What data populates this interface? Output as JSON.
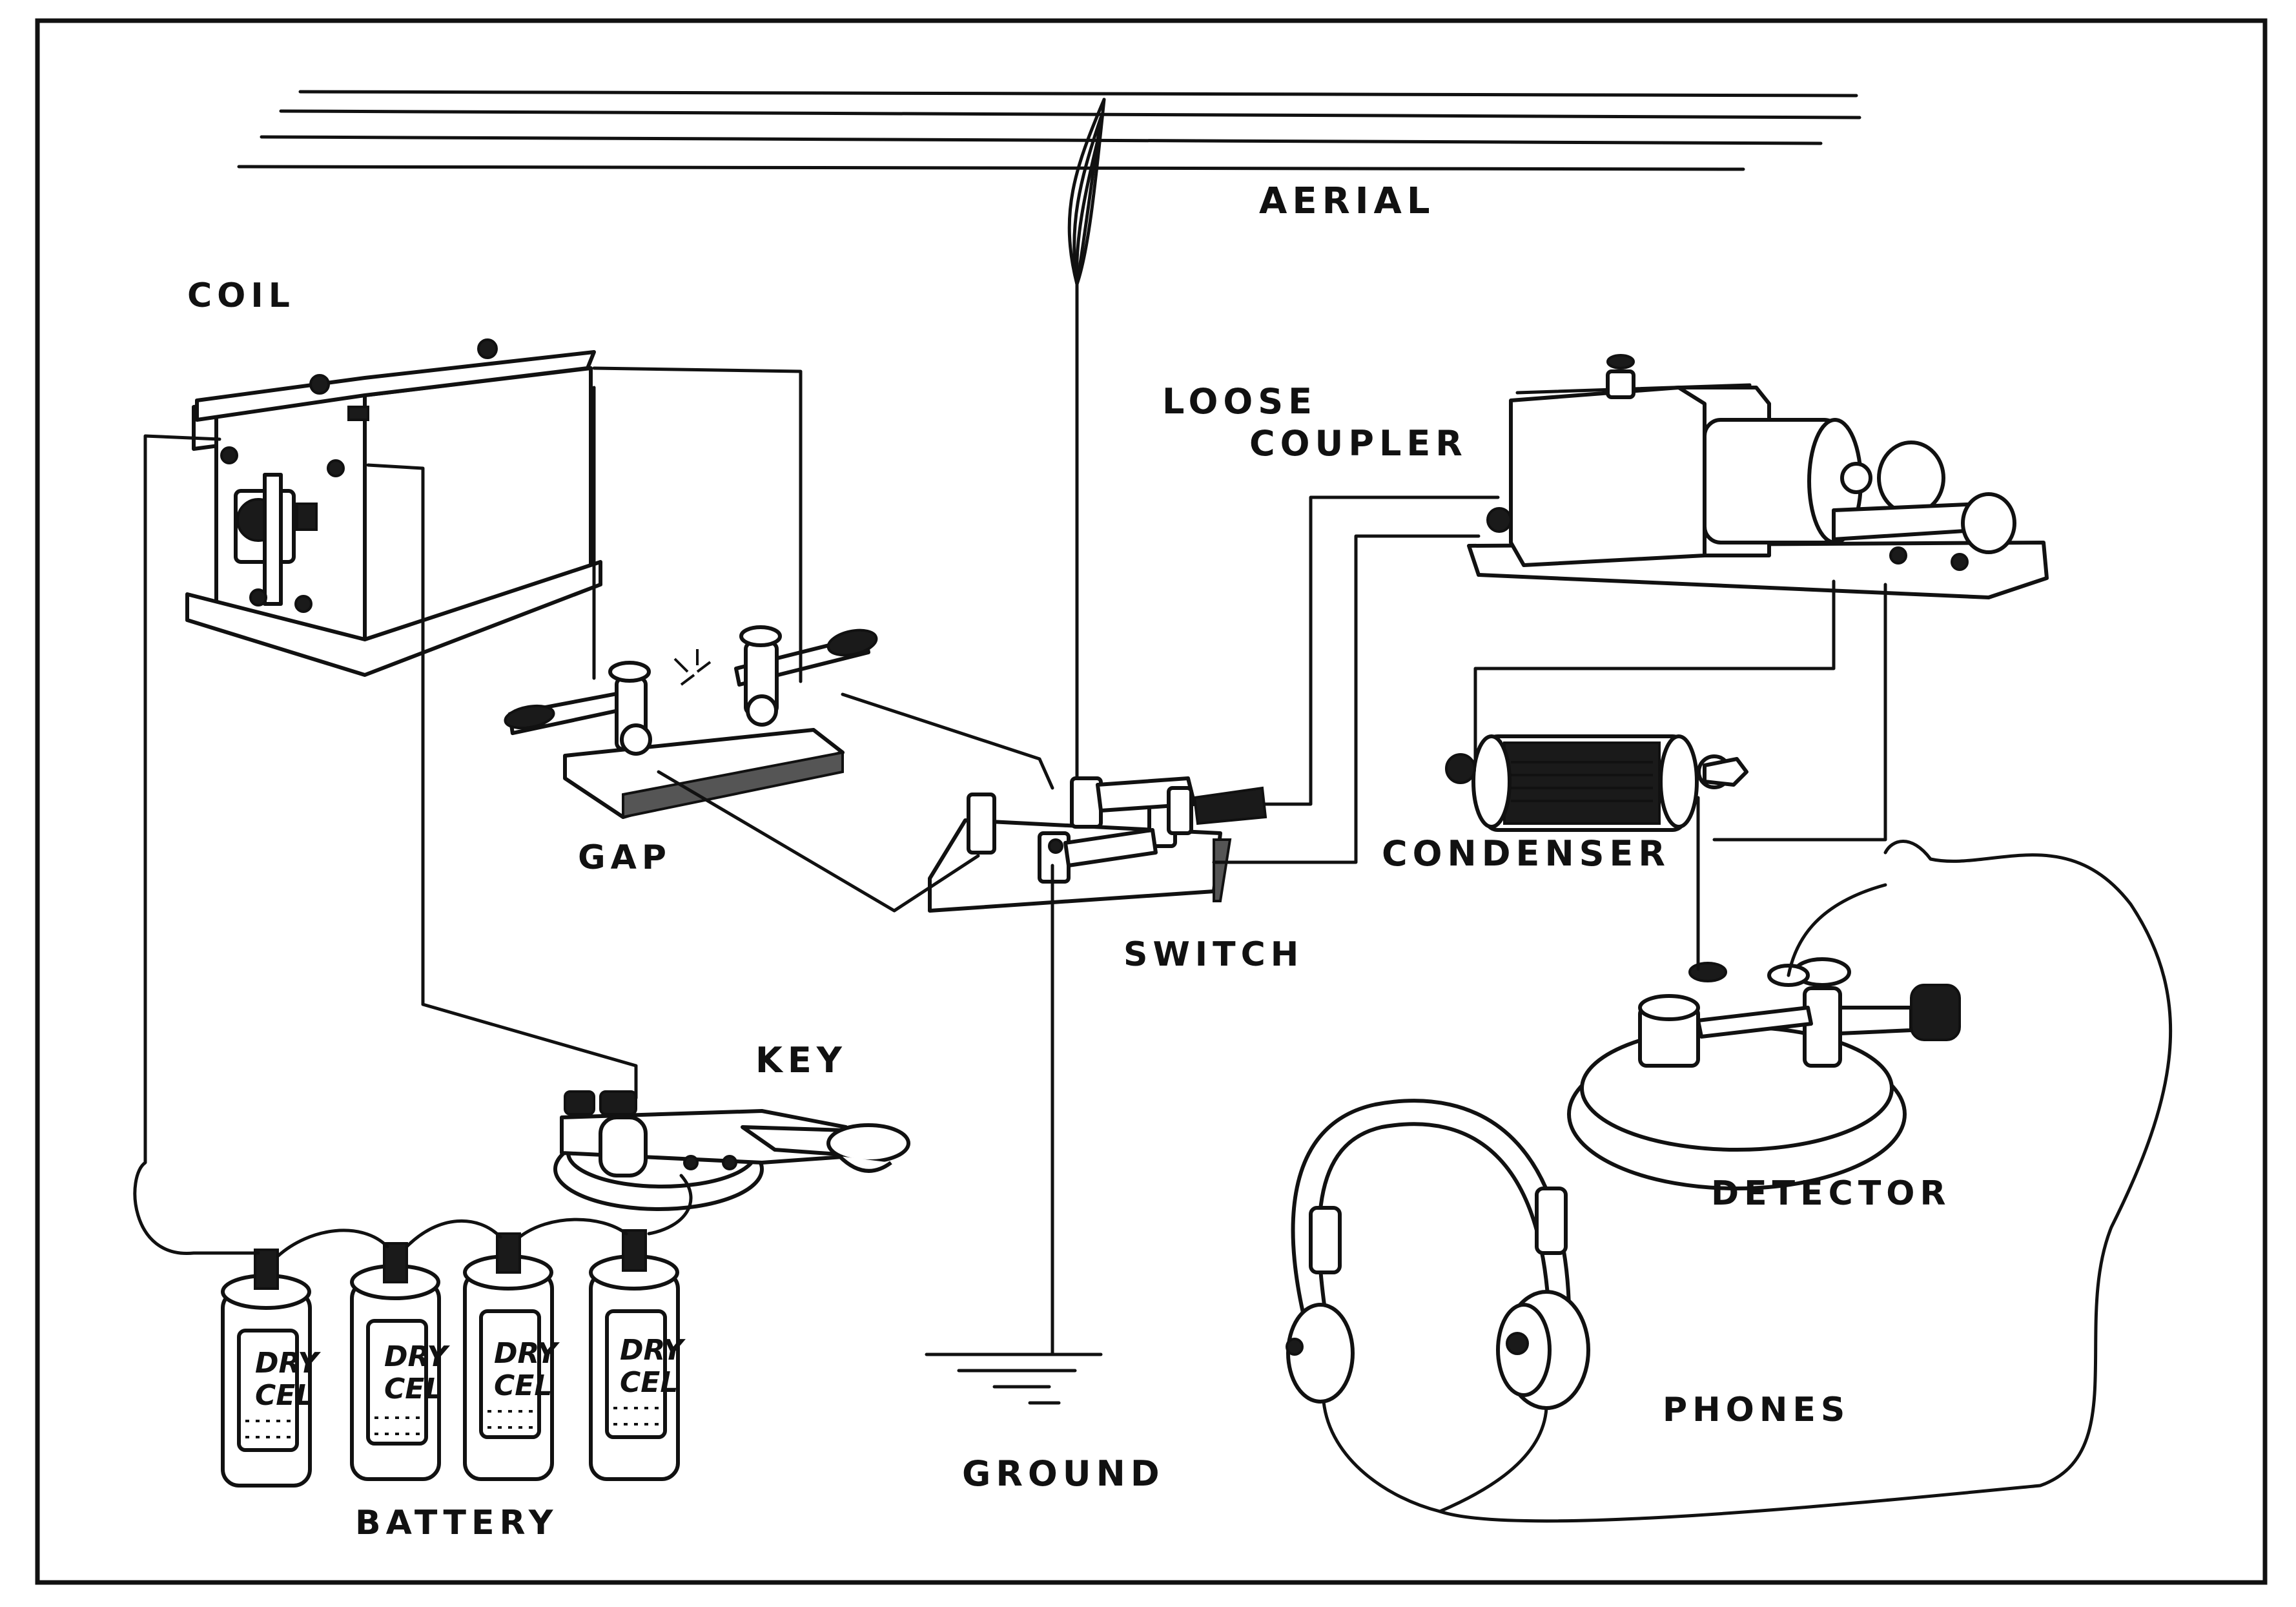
{
  "diagram": {
    "labels": {
      "aerial": "AERIAL",
      "coil": "COIL",
      "loose_coupler_line1": "LOOSE",
      "loose_coupler_line2": "COUPLER",
      "gap": "GAP",
      "switch": "SWITCH",
      "condenser": "CONDENSER",
      "key": "KEY",
      "detector": "DETECTOR",
      "battery": "BATTERY",
      "ground": "GROUND",
      "phones": "PHONES"
    },
    "cell_labels": [
      {
        "line1": "DRY",
        "line2": "CEL"
      },
      {
        "line1": "DRY",
        "line2": "CEL"
      },
      {
        "line1": "DRY",
        "line2": "CEL"
      },
      {
        "line1": "DRY",
        "line2": "CEL"
      }
    ]
  }
}
